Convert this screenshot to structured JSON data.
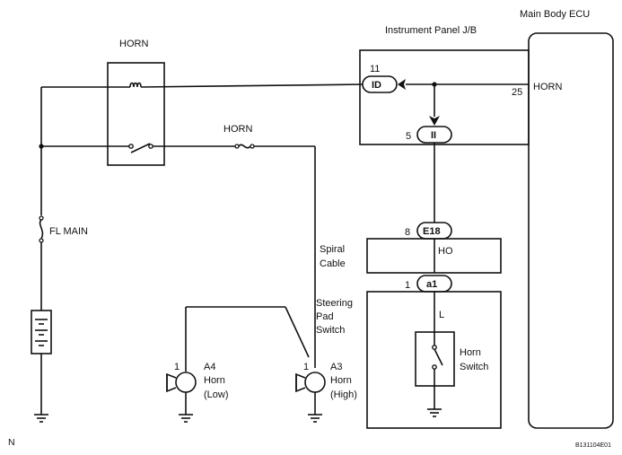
{
  "labels": {
    "main_body_ecu": "Main Body ECU",
    "instrument_panel_jb": "Instrument Panel J/B",
    "horn_relay": "HORN",
    "horn_fuse": "HORN",
    "horn_ecu_pin": "HORN",
    "fl_main": "FL MAIN",
    "spiral_cable_1": "Spiral",
    "spiral_cable_2": "Cable",
    "spiral_ho": "HO",
    "steering_pad_1": "Steering",
    "steering_pad_2": "Pad",
    "steering_pad_3": "Switch",
    "wire_color": "L",
    "horn_switch_1": "Horn",
    "horn_switch_2": "Switch",
    "a4_1": "A4",
    "a4_2": "Horn",
    "a4_3": "(Low)",
    "a3_1": "A3",
    "a3_2": "Horn",
    "a3_3": "(High)",
    "corner_n": "N",
    "figure_code": "B131104E01"
  },
  "connectors": {
    "id_name": "ID",
    "id_pin": "11",
    "ii_name": "II",
    "ii_pin": "5",
    "e18_name": "E18",
    "e18_pin": "8",
    "a1_name": "a1",
    "a1_pin": "1",
    "ecu_pin": "25",
    "a4_pin": "1",
    "a3_pin": "1"
  },
  "colors": {
    "line": "#111111",
    "background": "#ffffff"
  }
}
